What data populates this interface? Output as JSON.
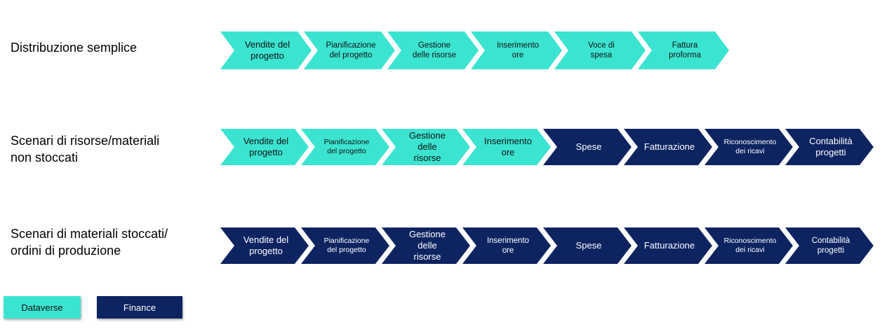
{
  "rows": [
    {
      "label": "Distribuzione semplice",
      "steps": [
        {
          "text": "Vendite del\nprogetto",
          "owner": "dataverse"
        },
        {
          "text": "Pianificazione\ndel progetto",
          "owner": "dataverse"
        },
        {
          "text": "Gestione\ndelle risorse",
          "owner": "dataverse"
        },
        {
          "text": "Inserimento\nore",
          "owner": "dataverse"
        },
        {
          "text": "Voce di\nspesa",
          "owner": "dataverse"
        },
        {
          "text": "Fattura\nproforma",
          "owner": "dataverse"
        }
      ]
    },
    {
      "label": "Scenari di risorse/materiali\nnon stoccati",
      "steps": [
        {
          "text": "Vendite del\nprogetto",
          "owner": "dataverse"
        },
        {
          "text": "Pianificazione\ndel progetto",
          "owner": "dataverse"
        },
        {
          "text": "Gestione\ndelle risorse",
          "owner": "dataverse"
        },
        {
          "text": "Inserimento\nore",
          "owner": "dataverse"
        },
        {
          "text": "Spese",
          "owner": "finance"
        },
        {
          "text": "Fatturazione",
          "owner": "finance"
        },
        {
          "text": "Riconoscimento\ndei ricavi",
          "owner": "finance"
        },
        {
          "text": "Contabilità\nprogetti",
          "owner": "finance"
        }
      ]
    },
    {
      "label": "Scenari di materiali stoccati/\nordini di produzione",
      "steps": [
        {
          "text": "Vendite del\nprogetto",
          "owner": "finance"
        },
        {
          "text": "Pianificazione\ndel progetto",
          "owner": "finance"
        },
        {
          "text": "Gestione\ndelle risorse",
          "owner": "finance"
        },
        {
          "text": "Inserimento\nore",
          "owner": "finance"
        },
        {
          "text": "Spese",
          "owner": "finance"
        },
        {
          "text": "Fatturazione",
          "owner": "finance"
        },
        {
          "text": "Riconoscimento\ndei ricavi",
          "owner": "finance"
        },
        {
          "text": "Contabilità\nprogetti",
          "owner": "finance"
        }
      ]
    }
  ],
  "legend": {
    "dataverse_label": "Dataverse",
    "finance_label": "Finance"
  },
  "colors": {
    "dataverse": "#3be4d0",
    "finance": "#0d2461"
  }
}
